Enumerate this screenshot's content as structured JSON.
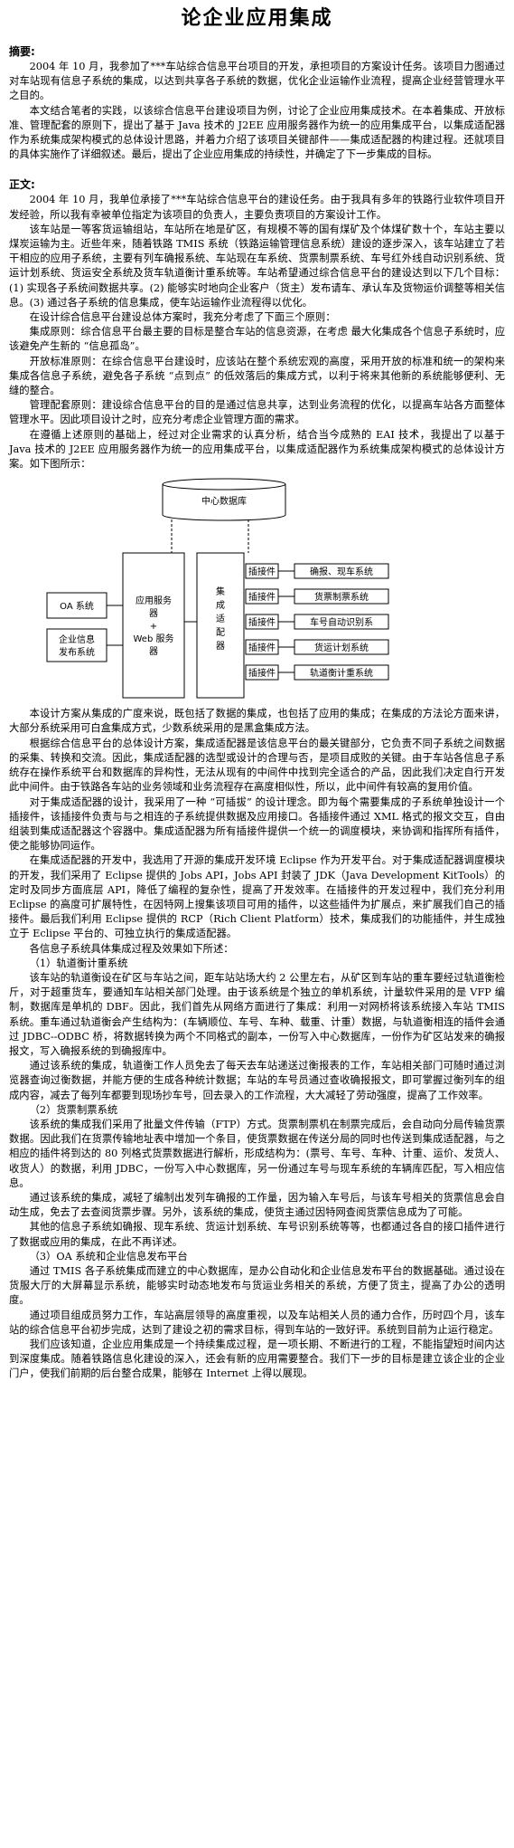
{
  "title": "论企业应用集成",
  "abstract": {
    "heading": "摘要:",
    "paragraphs": [
      "2004 年 10 月，我参加了***车站综合信息平台项目的开发，承担项目的方案设计任务。该项目力图通过对车站现有信息子系统的集成，以达到共享各子系统的数据，优化企业运输作业流程，提高企业经营管理水平之目的。",
      "本文结合笔者的实践，以该综合信息平台建设项目为例，讨论了企业应用集成技术。在本着集成、开放标准、管理配套的原则下，提出了基于 Java 技术的 J2EE 应用服务器作为统一的应用集成平台，以集成适配器作为系统集成架构模式的总体设计思路，并着力介绍了该项目关键部件——集成适配器的构建过程。还就项目的具体实施作了详细叙述。最后，提出了企业应用集成的持续性，并确定了下一步集成的目标。"
    ]
  },
  "body": {
    "heading": "正文:",
    "paragraphs_before_figure": [
      "2004 年 10 月，我单位承接了***车站综合信息平台的建设任务。由于我具有多年的铁路行业软件项目开发经验，所以我有幸被单位指定为该项目的负责人，主要负责项目的方案设计工作。",
      "该车站是一等客货运输组站，车站所在地是矿区，有规模不等的国有煤矿及个体煤矿数十个，车站主要以煤炭运输为主。近些年来，随着铁路 TMIS 系统（铁路运输管理信息系统）建设的逐步深入，该车站建立了若干相应的应用子系统，主要有列车确报系统、车站现在车系统、货票制票系统、车号红外线自动识别系统、货运计划系统、货运安全系统及货车轨道衡计重系统等。车站希望通过综合信息平台的建设达到以下几个目标：(1) 实现各子系统间数据共享。(2) 能够实时地向企业客户（货主）发布请车、承认车及货物运价调整等相关信息。(3) 通过各子系统的信息集成，使车站运输作业流程得以优化。",
      "在设计综合信息平台建设总体方案时，我充分考虑了下面三个原则：",
      "集成原则：综合信息平台最主要的目标是整合车站的信息资源，在考虑 最大化集成各个信息子系统时，应该避免产生新的 “信息孤岛”。",
      "开放标准原则：在综合信息平台建设时，应该站在整个系统宏观的高度，采用开放的标准和统一的架构来集成各信息子系统，避免各子系统 “点到点” 的低效落后的集成方式，以利于将来其他新的系统能够便利、无缝的整合。",
      "管理配套原则：建设综合信息平台的目的是通过信息共享，达到业务流程的优化，以提高车站各方面整体管理水平。因此项目设计之时，应充分考虑企业管理方面的需求。",
      "在遵循上述原则的基础上，经过对企业需求的认真分析，结合当今成熟的 EAI 技术，我提出了以基于 Java 技术的 J2EE 应用服务器作为统一的应用集成平台，以集成适配器作为系统集成架构模式的总体设计方案。如下图所示："
    ],
    "paragraphs_after_figure": [
      "本设计方案从集成的广度来说，既包括了数据的集成，也包括了应用的集成；在集成的方法论方面来讲，大部分系统采用可白盒集成方式，少数系统采用的是黑盒集成方法。",
      "根据综合信息平台的总体设计方案，集成适配器是该信息平台的最关键部分，它负责不同子系统之间数据的采集、转换和交流。因此，集成适配器的选型或设计的合理与否，是项目成败的关键。由于车站各信息子系统存在操作系统平台和数据库的异构性，无法从现有的中间件中找到完全适合的产品，因此我们决定自行开发此中间件。由于铁路各车站的业务领域和业务流程存在高度相似性，所以，此中间件有较高的复用价值。",
      "对于集成适配器的设计，我采用了一种 “可插拔” 的设计理念。即为每个需要集成的子系统单独设计一个插接件，该插接件负责与与之相连的子系统提供数据及应用接口。各插接件通过 XML 格式的报文交互，自由组装到集成适配器这个容器中。集成适配器为所有插接件提供一个统一的调度模块，来协调和指挥所有插件，使之能够协同运作。",
      "在集成适配器的开发中，我选用了开源的集成开发环境 Eclipse 作为开发平台。对于集成适配器调度模块的开发，我们采用了 Eclipse 提供的 Jobs API，Jobs API 封装了 JDK（Java Development KitTools）的定时及同步方面底层 API，降低了编程的复杂性，提高了开发效率。在插接件的开发过程中，我们充分利用 Eclipse 的高度可扩展特性，在因特网上搜集该项目可用的插件，以这些插件为扩展点，来扩展我们自己的插接件。最后我们利用 Eclipse 提供的 RCP（Rich Client Platform）技术，集成我们的功能插件，并生成独立于 Eclipse 平台的、可独立执行的集成适配器。",
      "各信息子系统具体集成过程及效果如下所述："
    ],
    "section1_title": "（1）轨道衡计重系统",
    "section1_paragraphs": [
      "该车站的轨道衡设在矿区与车站之间，距车站站场大约 2 公里左右，从矿区到车站的重车要经过轨道衡检斤，对于超重货车，要通知车站相关部门处理。由于该系统是个独立的单机系统，计量软件采用的是 VFP 编制，数据库是单机的 DBF。因此，我们首先从网络方面进行了集成：利用一对网桥将该系统接入车站 TMIS 系统。重车通过轨道衡会产生结构为：(车辆顺位、车号、车种、载重、计重）数据，与轨道衡相连的插件会通过 JDBC--ODBC 桥，将数据转换为两个不同格式的副本，一份写入中心数据库，一份作为矿区站发来的确报报文，写入确报系统的到确报库中。",
      "通过该系统的集成，轨道衡工作人员免去了每天去车站递送过衡报表的工作，车站相关部门可随时通过浏览器查询过衡数据，并能方便的生成各种统计数据；车站的车号员通过查收确报报文，即可掌握过衡列车的组成内容，减去了每列车都要到现场抄车号，回去录入的工作流程，大大减轻了劳动强度，提高了工作效率。"
    ],
    "section2_title": "（2）货票制票系统",
    "section2_paragraphs": [
      "该系统的集成我们采用了批量文件传输（FTP）方式。货票制票机在制票完成后，会自动向分局传输货票数据。因此我们在货票传输地址表中增加一个条目，使货票数据在传送分局的同时也传送到集成适配器，与之相应的插件将到达的 80 列格式货票数据进行解析，形成结构为：(票号、车号、车种、计重、运价、发货人、收货人）的数据，利用 JDBC，一份写入中心数据库，另一份通过车号与现车系统的车辆库匹配，写入相应信息。",
      "通过该系统的集成，减轻了编制出发列车确报的工作量，因为输入车号后，与该车号相关的货票信息会自动生成，免去了去查阅货票步骤。另外，该系统的集成，使货主通过因特网查阅货票信息成为了可能。",
      "其他的信息子系统如确报、现车系统、货运计划系统、车号识别系统等等，也都通过各自的接口插件进行了数据或应用的集成，在此不再详述。"
    ],
    "section3_title": "（3）OA 系统和企业信息发布平台",
    "section3_paragraphs": [
      "通过 TMIS 各子系统集成而建立的中心数据库，是办公自动化和企业信息发布平台的数据基础。通过设在货服大厅的大屏幕显示系统，能够实时动态地发布与货运业务相关的系统，方便了货主，提高了办公的透明度。",
      "通过项目组成员努力工作，车站高层领导的高度重视，以及车站相关人员的通力合作，历时四个月，该车站的综合信息平台初步完成，达到了建设之初的需求目标，得到车站的一致好评。系统到目前为止运行稳定。",
      "我们应该知道，企业应用集成是一个持续集成过程，是一项长期、不断进行的工程，不能指望短时间内达到深度集成。随着铁路信息化建设的深入，还会有新的应用需要整合。我们下一步的目标是建立该企业的企业门户，使我们前期的后台整合成果，能够在 Internet 上得以展现。"
    ]
  },
  "figure": {
    "center_db": "中心数据库",
    "oa": "OA 系统",
    "info_publish": "企业信息发布系统",
    "app_server": "应用服务器 + Web 服务器",
    "adapter": "集成适配器",
    "plug_label": "插接件",
    "systems": [
      "确报、现车系统",
      "货票制票系统",
      "车号自动识别系",
      "货运计划系统",
      "轨道衡计重系统"
    ]
  }
}
